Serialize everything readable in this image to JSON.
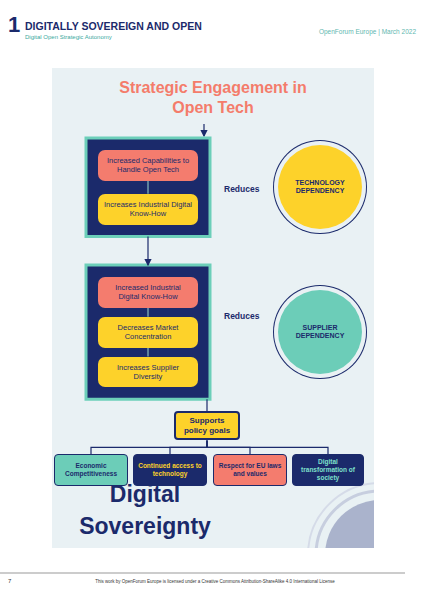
{
  "diagram": {
    "title": "Strategic Engagement in Open Tech",
    "nodes": [
      {
        "text": []
      },
      {
        "text": [
          "Increased Capabilities to Handle Open Tech"
        ],
        "in": 0
      },
      {
        "text": [
          "Increases Industrial Digital Know-How"
        ],
        "in": 0
      },
      {
        "text": [
          "TECHNOLOGY DEPENDENCY"
        ]
      },
      {
        "text": []
      },
      {
        "text": [
          "Increased Industrial Digital Know-How"
        ],
        "in": 4
      },
      {
        "text": [
          "Decreases Market Concentration"
        ],
        "in": 4
      },
      {
        "text": [
          "Increases Supplier Diversity"
        ],
        "in": 4
      },
      {
        "text": [
          "SUPPLIER DEPENDENCY"
        ]
      },
      {
        "text": [
          "Supports policy goals"
        ]
      },
      {
        "text": [
          "Economic Competitiveness"
        ]
      },
      {
        "text": [
          "Continued access to technology"
        ]
      },
      {
        "text": [
          "Respect for EU laws and values"
        ]
      },
      {
        "text": [
          "Digital transformation of society"
        ]
      }
    ],
    "edges": [
      {
        "from": 0,
        "to": 4,
        "arrow": "to"
      },
      {
        "from": 1,
        "to": 2,
        "arrow": "none"
      },
      {
        "from": 5,
        "to": 6,
        "arrow": "none"
      },
      {
        "from": 6,
        "to": 7,
        "arrow": "none"
      },
      {
        "from": 4,
        "to": 9,
        "arrow": "none"
      },
      {
        "from": 9,
        "to": 10,
        "arrow": "none"
      },
      {
        "from": 9,
        "to": 11,
        "arrow": "none"
      },
      {
        "from": 9,
        "to": 12,
        "arrow": "none"
      },
      {
        "from": 9,
        "to": 13,
        "arrow": "none"
      }
    ],
    "labels": [
      "1",
      "DIGITALLY SOVEREIGN AND OPEN",
      "Digital Open Strategic Autonomy",
      "OpenForum Europe | March 2022",
      "Reduces",
      "Reduces",
      "Digital Sovereignty",
      "7",
      "This work by OpenForum Europe is licensed under a Creative Commons Attribution-ShareAlike 4.0 International License"
    ]
  }
}
